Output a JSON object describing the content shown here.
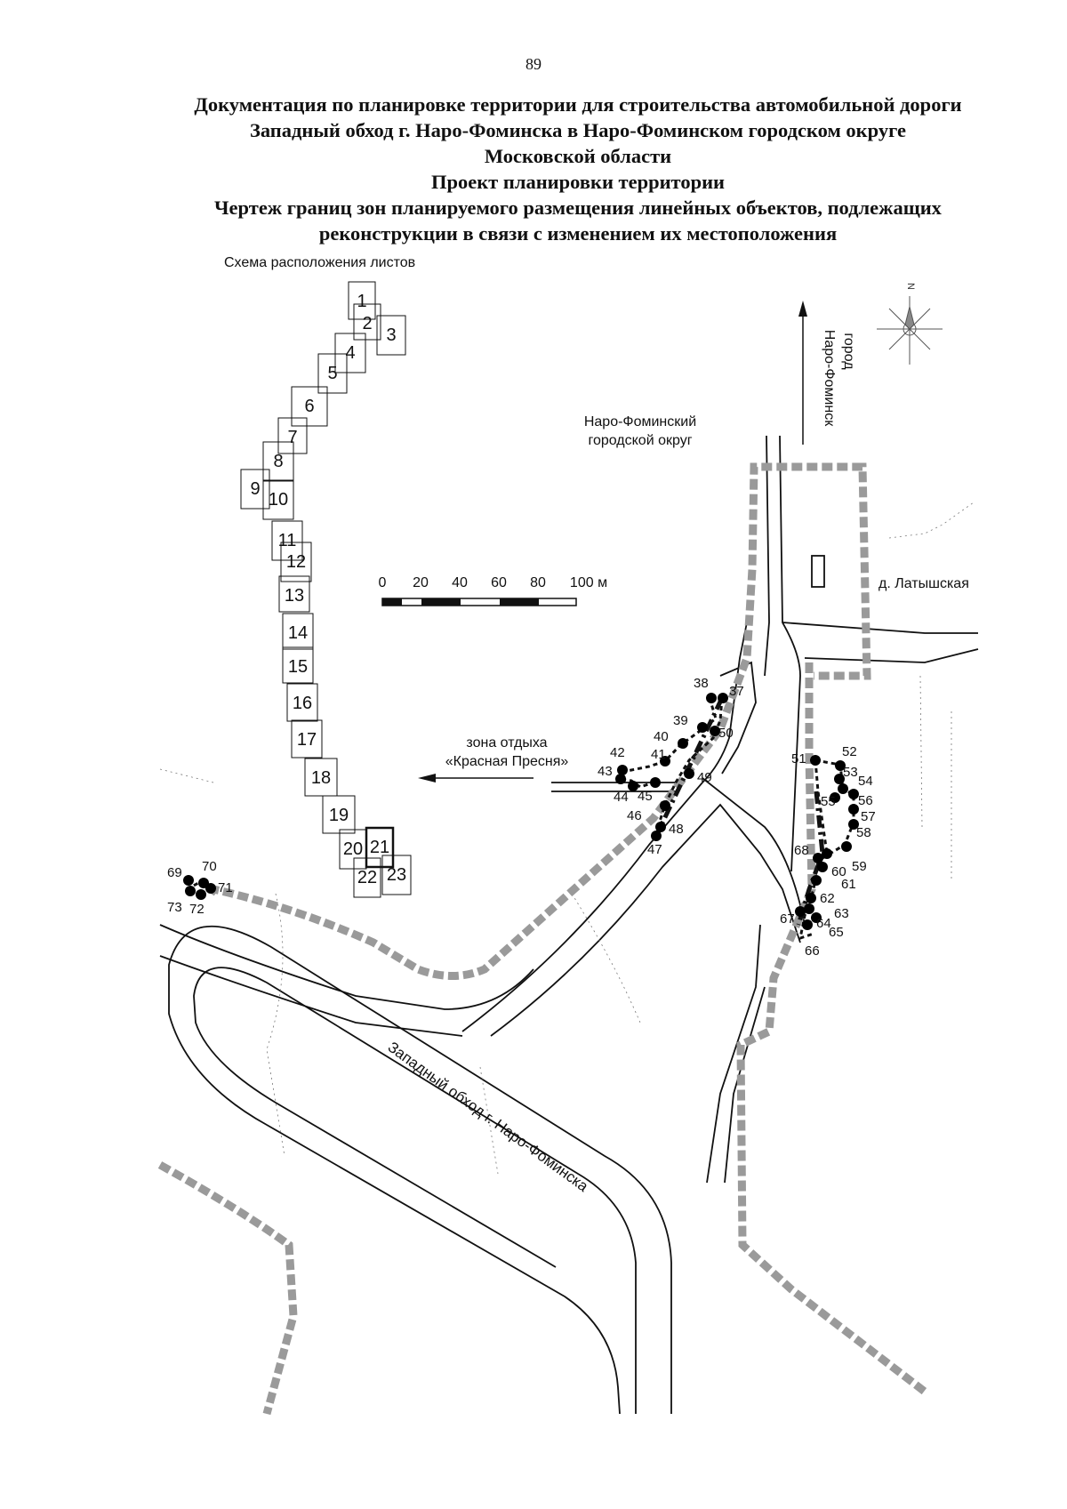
{
  "page_number": "89",
  "title_lines": [
    "Документация по планировке территории для строительства автомобильной дороги",
    "Западный обход г. Наро-Фоминска в Наро-Фоминском городском округе",
    "Московской области",
    "Проект планировки территории",
    "Чертеж границ зон планируемого размещения линейных объектов, подлежащих",
    "реконструкции в связи с изменением их местоположения"
  ],
  "sheet_layout": {
    "title": "Схема расположения листов",
    "sheets": [
      "1",
      "2",
      "3",
      "4",
      "5",
      "6",
      "7",
      "8",
      "9",
      "10",
      "11",
      "12",
      "13",
      "14",
      "15",
      "16",
      "17",
      "18",
      "19",
      "20",
      "21",
      "22",
      "23"
    ]
  },
  "scale_bar": {
    "ticks": [
      "0",
      "20",
      "40",
      "60",
      "80",
      "100 м"
    ]
  },
  "map_labels": {
    "okrug_line1": "Наро-Фоминский",
    "okrug_line2": "городской округ",
    "city_line1": "город",
    "city_line2": "Наро-Фоминск",
    "village": "д. Латышская",
    "rest_zone_line1": "зона отдыха",
    "rest_zone_line2": "«Красная Пресня»",
    "road_name": "Западный обход г. Наро-Фоминска",
    "compass_letter": "N"
  },
  "points": [
    "37",
    "38",
    "39",
    "40",
    "41",
    "42",
    "43",
    "44",
    "45",
    "46",
    "47",
    "48",
    "49",
    "50",
    "51",
    "52",
    "53",
    "54",
    "55",
    "56",
    "57",
    "58",
    "59",
    "60",
    "61",
    "62",
    "63",
    "64",
    "65",
    "66",
    "67",
    "68",
    "69",
    "70",
    "71",
    "72",
    "73"
  ],
  "colors": {
    "zone_boundary": "#9a9a9a",
    "point_marker": "#000000",
    "line_black": "#111111"
  }
}
